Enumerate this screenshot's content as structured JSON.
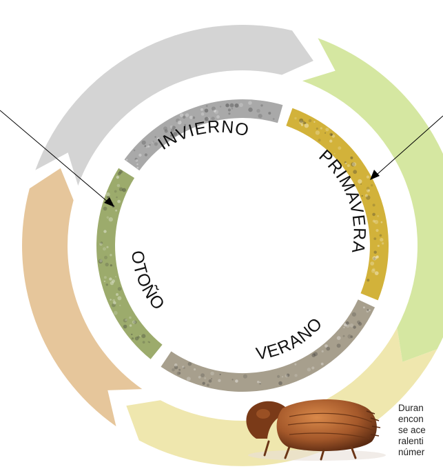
{
  "colors": {
    "winter_arc": "#d4d4d4",
    "spring_arc": "#d5e7a1",
    "summer_arc": "#efe7ae",
    "autumn_arc": "#e6c69b",
    "winter_photo": "#a9a9a9",
    "spring_photo": "#d2b23a",
    "summer_photo": "#a79f8d",
    "autumn_photo": "#9cab6c",
    "beetle": "#a4582a",
    "arrow": "#000000"
  },
  "seasons": {
    "winter": "INVIERNO",
    "spring": "PRIMAVERA",
    "summer": "VERANO",
    "autumn": "OTOÑO"
  },
  "caption_lines": [
    "Duran",
    "encon",
    "se ace",
    "ralenti",
    "númer"
  ],
  "icons": {
    "beetle": "bark-beetle-photo"
  }
}
